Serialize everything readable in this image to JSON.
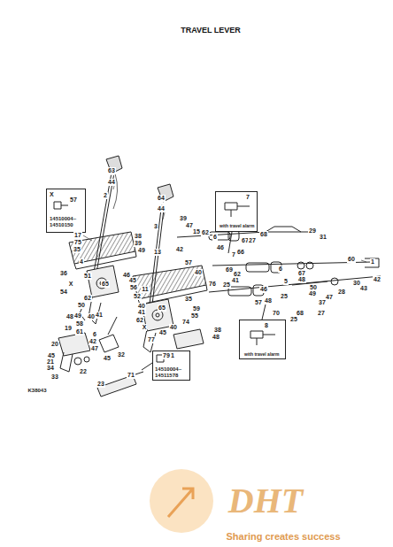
{
  "diagram": {
    "title": "TRAVEL LEVER",
    "nodes": [
      {
        "text": [
          "X",
          "57",
          "14510004~ 14510150"
        ]
      },
      {
        "text": [
          "7",
          "with travel alarm"
        ]
      },
      {
        "text": [
          "71",
          "14510004~ 14511578"
        ]
      },
      {
        "text": [
          "8",
          "with travel alarm"
        ]
      }
    ],
    "labels": [
      "63",
      "44",
      "2",
      "64",
      "44",
      "3",
      "39",
      "47",
      "15",
      "62",
      "6",
      "17",
      "75",
      "38",
      "39",
      "49",
      "4",
      "13",
      "42",
      "57",
      "40",
      "35",
      "36",
      "54",
      "X",
      "51",
      "65",
      "46",
      "45",
      "56",
      "11",
      "52",
      "62",
      "50",
      "49",
      "48",
      "40",
      "41",
      "40",
      "41",
      "65",
      "X",
      "77",
      "62",
      "35",
      "59",
      "55",
      "74",
      "76",
      "38",
      "48",
      "45",
      "40",
      "79",
      "19",
      "58",
      "61",
      "6",
      "20",
      "45",
      "21",
      "34",
      "33",
      "42",
      "47",
      "45",
      "22",
      "32",
      "23",
      "71",
      "46",
      "7",
      "67",
      "66",
      "27",
      "68",
      "29",
      "31",
      "25",
      "69",
      "62",
      "41",
      "6",
      "5",
      "67",
      "48",
      "50",
      "49",
      "46",
      "25",
      "57",
      "48",
      "70",
      "68",
      "25",
      "60",
      "1",
      "42",
      "43",
      "30",
      "28",
      "47",
      "37",
      "27",
      "K38043",
      "DHT",
      "Sharing creates success"
    ]
  }
}
